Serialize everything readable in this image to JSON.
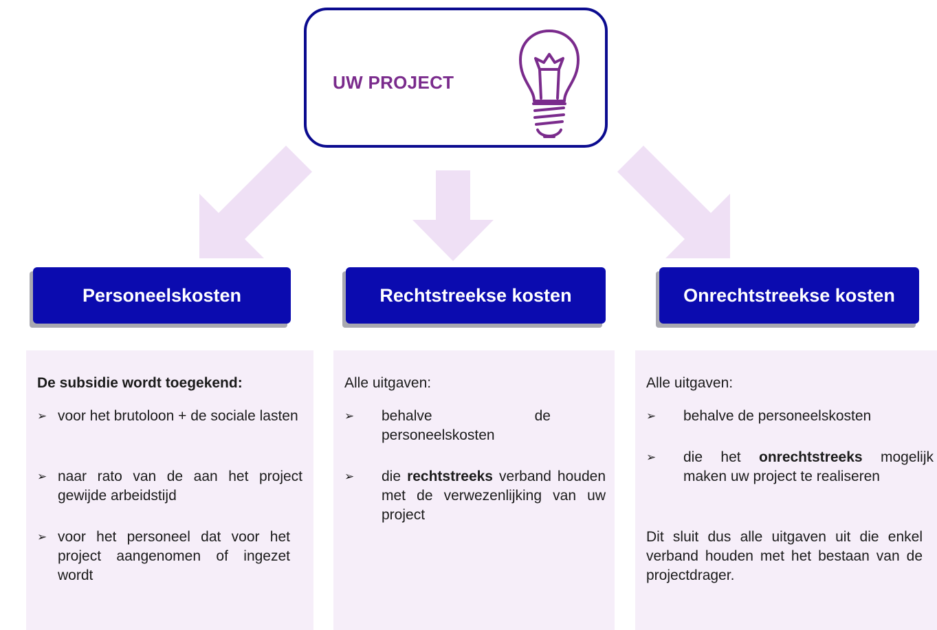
{
  "project": {
    "title": "UW PROJECT",
    "icon": "lightbulb-icon"
  },
  "colors": {
    "project_title": "#7a2b8c",
    "project_border": "#0b0b8f",
    "category_box": "#0b0baf",
    "arrow_fill": "#efe0f5",
    "panel_bg": "#f6eef9"
  },
  "categories": [
    {
      "title": "Personeelskosten",
      "intro": "De subsidie wordt toegekend:",
      "bullets": [
        "voor het brutoloon + de sociale lasten",
        "naar rato van de aan het project gewijde arbeidstijd",
        "voor het personeel dat voor het project aangenomen of ingezet wordt"
      ]
    },
    {
      "title": "Rechtstreekse kosten",
      "intro": "Alle uitgaven:",
      "bullets": [
        "behalve de personeelskosten",
        {
          "before": "die ",
          "bold": "rechtstreeks",
          "after": " verband houden met de verwezenlijking van uw project"
        }
      ]
    },
    {
      "title": "Onrechtstreekse kosten",
      "intro": "Alle uitgaven:",
      "bullets": [
        "behalve de personeelskosten",
        {
          "before": "die het ",
          "bold": "onrechtstreeks",
          "after": " mogelijk maken uw project te realiseren"
        }
      ],
      "note": "Dit sluit dus alle uitgaven uit die enkel verband houden met het bestaan van de projectdrager."
    }
  ],
  "bullet_glyph": "➢"
}
